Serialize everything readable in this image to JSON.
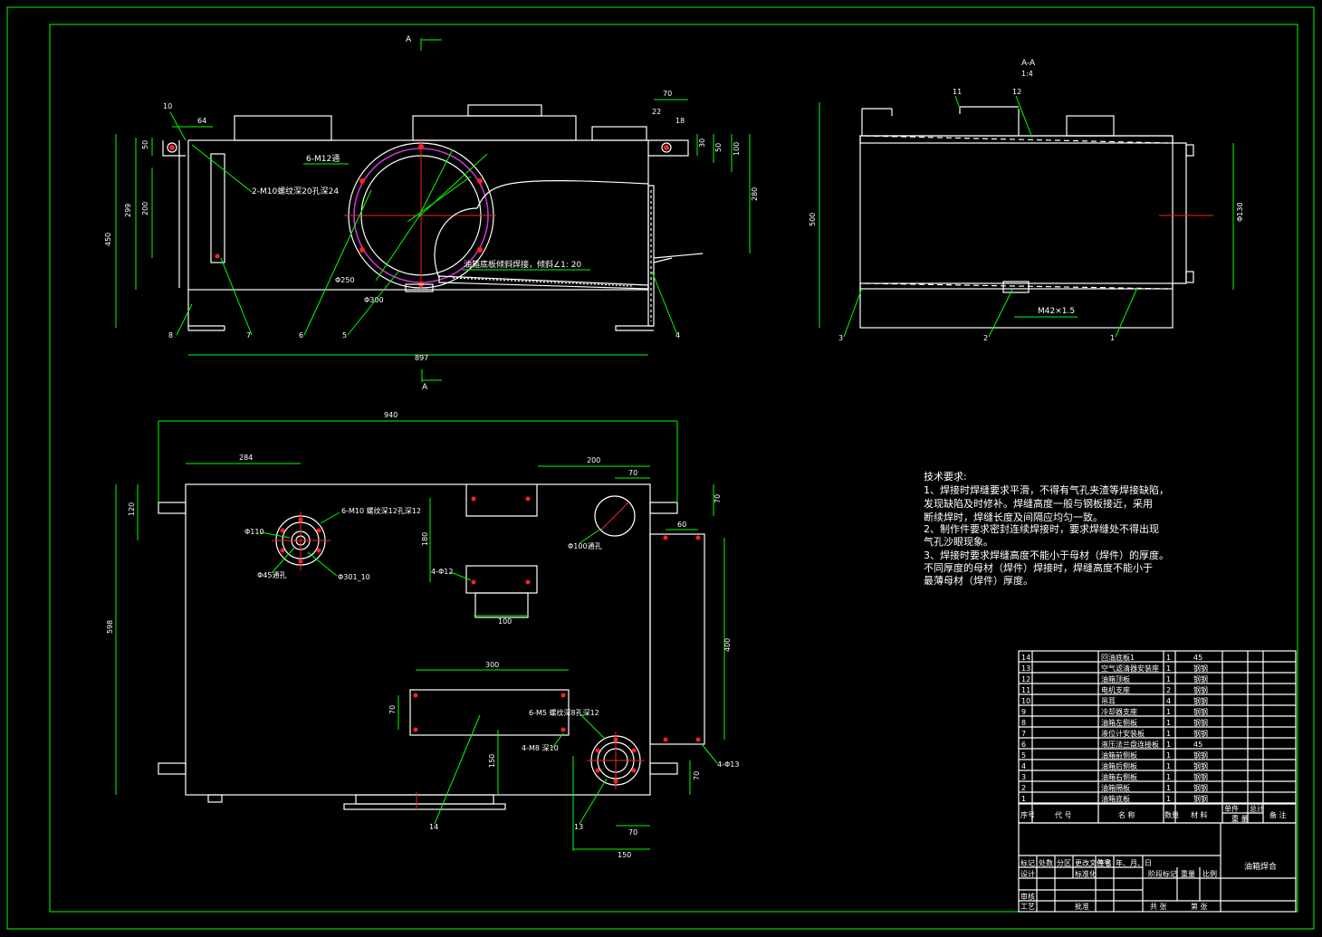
{
  "colors": {
    "background": "#000000",
    "border": "#00ff00",
    "outline": "#ffffff",
    "center": "#ff2020",
    "bolt_circle": "#cc33cc"
  },
  "front_view": {
    "section_marks": [
      "A",
      "A"
    ],
    "dims": {
      "w64": "64",
      "w70": "70",
      "d22": "22",
      "d18": "18",
      "d30": "30",
      "d50": "50",
      "d100": "100",
      "h50": "50",
      "h200": "200",
      "h299": "299",
      "h450": "450",
      "h280": "280",
      "total": "897"
    },
    "callouts": {
      "thread_top": "6-M12通",
      "holes_left": "2-M10螺纹深20孔深24",
      "weld_note": "油箱底板倾斜焊接，倾斜∠1: 20",
      "dia250": "Φ250",
      "dia300": "Φ300"
    },
    "parts": [
      "10",
      "8",
      "7",
      "6",
      "5",
      "4"
    ]
  },
  "section_view": {
    "title": "A-A",
    "scale": "1:4",
    "thread": "M42×1.5",
    "h500": "500",
    "dia130": "Φ130",
    "parts": [
      "11",
      "12",
      "3",
      "2",
      "1"
    ]
  },
  "top_view": {
    "dims": {
      "w940": "940",
      "w284": "284",
      "w200": "200",
      "w70a": "70",
      "w60": "60",
      "w300": "300",
      "w100": "100",
      "w70b": "70",
      "w150": "150",
      "h598": "598",
      "h120": "120",
      "h180": "180",
      "h70a": "70",
      "h400": "400",
      "h70b": "70",
      "h150": "150",
      "h70c": "70"
    },
    "callouts": {
      "m10": "6-M10 螺纹深12孔深12",
      "dia110": "Φ110",
      "dia45": "Φ45通孔",
      "dia301": "Φ301_10",
      "dia100": "Φ100通孔",
      "holes12": "4-Φ12",
      "m5": "6-M5 螺纹深8孔深12",
      "m8": "4-M8 深10",
      "holes13": "4-Φ13"
    },
    "parts": [
      "14",
      "13"
    ]
  },
  "notes": {
    "title": "技术要求:",
    "lines": [
      "1、焊接时焊缝要求平滑，不得有气孔夹渣等焊接缺陷，",
      "发现缺陷及时修补。焊缝高度一般与钢板接近，采用",
      "断续焊时，焊缝长度及间隔应均匀一致。",
      "2、制作件要求密封连续焊接时，要求焊缝处不得出现",
      "气孔沙眼现象。",
      "3、焊接时要求焊缝高度不能小于母材（焊件）的厚度。",
      "不同厚度的母材（焊件）焊接时，焊缝高度不能小于",
      "最薄母材（焊件）厚度。"
    ]
  },
  "bom": {
    "rows": [
      {
        "no": "14",
        "name": "回油底板1",
        "qty": "1",
        "mat": "45"
      },
      {
        "no": "13",
        "name": "空气滤清器安装座",
        "qty": "1",
        "mat": "钢钢"
      },
      {
        "no": "12",
        "name": "油箱顶板",
        "qty": "1",
        "mat": "钢钢"
      },
      {
        "no": "11",
        "name": "电机支座",
        "qty": "2",
        "mat": "钢钢"
      },
      {
        "no": "10",
        "name": "吊耳",
        "qty": "4",
        "mat": "钢钢"
      },
      {
        "no": "9",
        "name": "冷却器支座",
        "qty": "1",
        "mat": "钢钢"
      },
      {
        "no": "8",
        "name": "油箱左侧板",
        "qty": "1",
        "mat": "钢钢"
      },
      {
        "no": "7",
        "name": "液位计安装板",
        "qty": "1",
        "mat": "钢钢"
      },
      {
        "no": "6",
        "name": "液压法兰盘连接板",
        "qty": "1",
        "mat": "45"
      },
      {
        "no": "5",
        "name": "油箱前侧板",
        "qty": "1",
        "mat": "钢钢"
      },
      {
        "no": "4",
        "name": "油箱后侧板",
        "qty": "1",
        "mat": "钢钢"
      },
      {
        "no": "3",
        "name": "油箱右侧板",
        "qty": "1",
        "mat": "钢钢"
      },
      {
        "no": "2",
        "name": "油箱隔板",
        "qty": "1",
        "mat": "钢钢"
      },
      {
        "no": "1",
        "name": "油箱底板",
        "qty": "1",
        "mat": "钢钢"
      }
    ],
    "header": {
      "no": "序号",
      "code": "代 号",
      "name": "名 称",
      "qty": "数量",
      "mat": "材 料",
      "single": "单件",
      "total": "总计",
      "weight": "重 量",
      "remark": "备 注"
    }
  },
  "title_block": {
    "drawing_name": "油箱焊合",
    "cells": [
      "标记",
      "处数",
      "分区",
      "更改文件号",
      "签名",
      "年、月、日",
      "设计",
      "标准化",
      "阶段标记",
      "重量",
      "比例",
      "审核",
      "工艺",
      "批准",
      "共 张",
      "第 张"
    ]
  }
}
